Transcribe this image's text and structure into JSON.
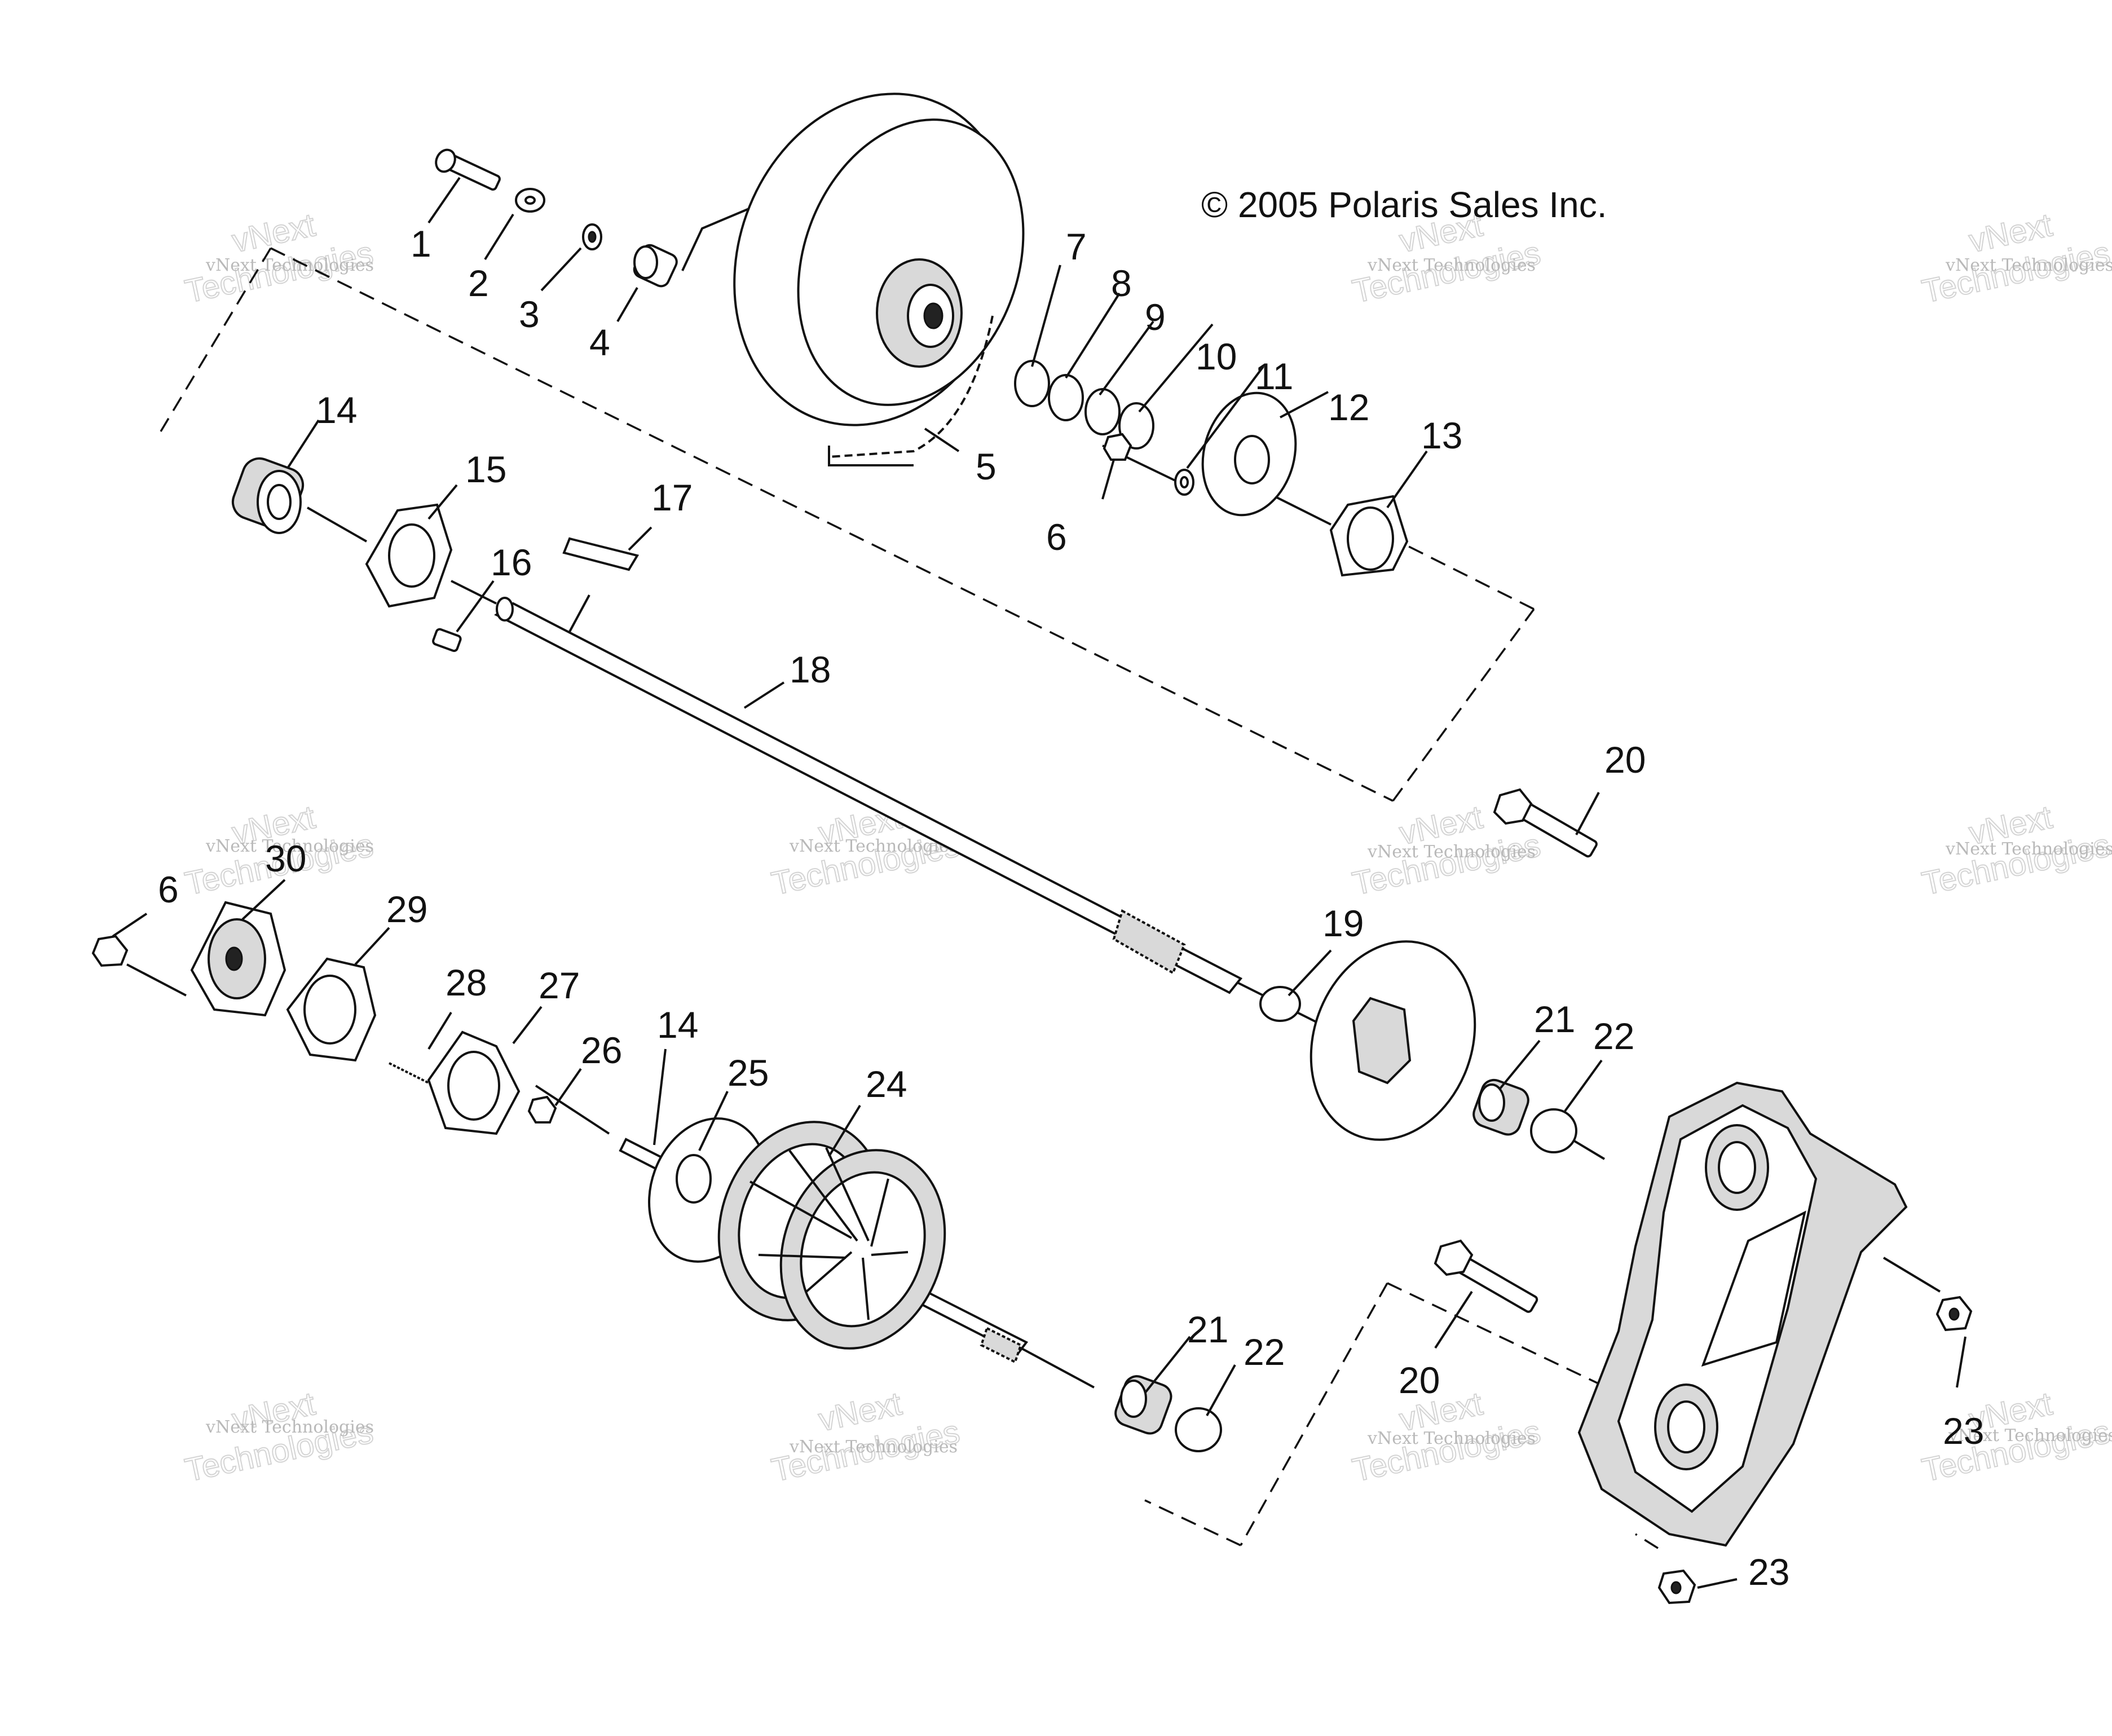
{
  "copyright": "© 2005 Polaris Sales Inc.",
  "watermark": {
    "line1": "vNext Technologies",
    "line2": "Technologies",
    "line3": "vNext"
  },
  "callouts": [
    "1",
    "2",
    "3",
    "4",
    "5",
    "6",
    "7",
    "8",
    "9",
    "10",
    "11",
    "12",
    "13",
    "14",
    "15",
    "16",
    "17",
    "18",
    "20",
    "6",
    "30",
    "29",
    "28",
    "27",
    "26",
    "14",
    "25",
    "24",
    "19",
    "21",
    "22",
    "21",
    "22",
    "20",
    "23",
    "23"
  ]
}
